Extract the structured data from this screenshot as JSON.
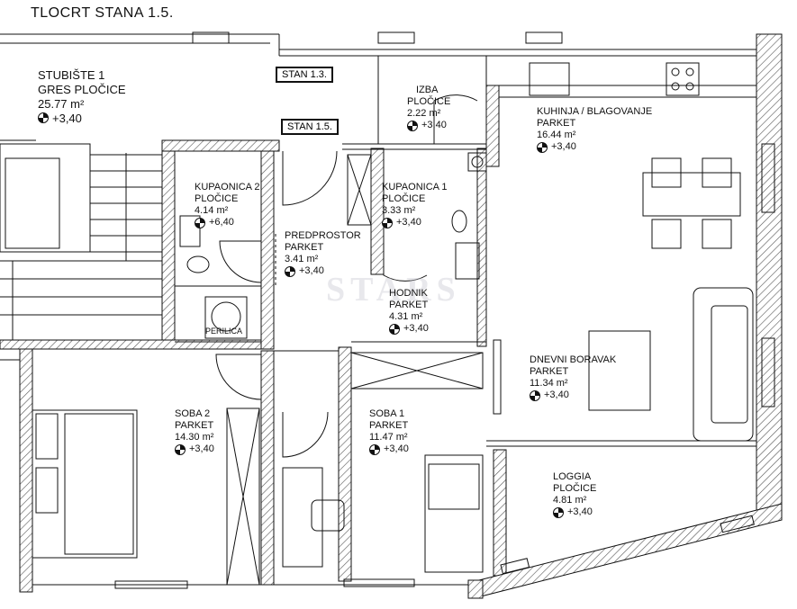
{
  "title": "TLOCRT STANA 1.5.",
  "unit_labels": {
    "stan_13": "STAN 1.3.",
    "stan_15": "STAN 1.5."
  },
  "watermark": "STARS",
  "rooms": [
    {
      "id": "stubiste",
      "name": "STUBIŠTE 1",
      "floor": "GRES PLOČICE",
      "area": "25.77 m²",
      "level": "+3,40"
    },
    {
      "id": "izba",
      "name": "IZBA",
      "floor": "PLOČICE",
      "area": "2.22 m²",
      "level": "+3,40"
    },
    {
      "id": "kuhinja",
      "name": "KUHINJA / BLAGOVANJE",
      "floor": "PARKET",
      "area": "16.44 m²",
      "level": "+3,40"
    },
    {
      "id": "kupaonica2",
      "name": "KUPAONICA 2",
      "floor": "PLOČICE",
      "area": "4.14 m²",
      "level": "+6,40"
    },
    {
      "id": "kupaonica1",
      "name": "KUPAONICA 1",
      "floor": "PLOČICE",
      "area": "3.33 m²",
      "level": "+3,40"
    },
    {
      "id": "predprostor",
      "name": "PREDPROSTOR",
      "floor": "PARKET",
      "area": "3.41 m²",
      "level": "+3,40"
    },
    {
      "id": "hodnik",
      "name": "HODNIK",
      "floor": "PARKET",
      "area": "4.31 m²",
      "level": "+3,40"
    },
    {
      "id": "dnevni",
      "name": "DNEVNI BORAVAK",
      "floor": "PARKET",
      "area": "11.34 m²",
      "level": "+3,40"
    },
    {
      "id": "soba2",
      "name": "SOBA 2",
      "floor": "PARKET",
      "area": "14.30 m²",
      "level": "+3,40"
    },
    {
      "id": "soba1",
      "name": "SOBA 1",
      "floor": "PARKET",
      "area": "11.47 m²",
      "level": "+3,40"
    },
    {
      "id": "loggia",
      "name": "LOGGIA",
      "floor": "PLOČICE",
      "area": "4.81 m²",
      "level": "+3,40"
    }
  ],
  "fixtures": {
    "perilica": "PERILICA"
  }
}
